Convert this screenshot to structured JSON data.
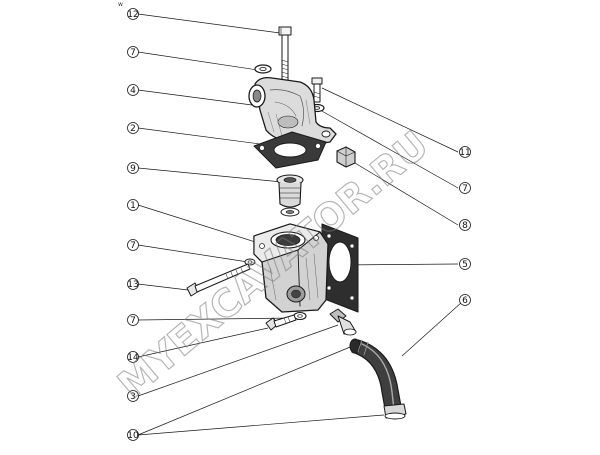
{
  "corner_mark": "w",
  "watermark_text": "MYEXCAVATOR.RU",
  "left_callouts": [
    "12",
    "7",
    "4",
    "2",
    "9",
    "1",
    "7",
    "13",
    "7",
    "14",
    "3",
    "10"
  ],
  "right_callouts": [
    "11",
    "7",
    "8",
    "5",
    "6"
  ],
  "colors": {
    "ink": "#1a1a1a",
    "watermark": "#7a7a7a",
    "paper": "#ffffff"
  }
}
